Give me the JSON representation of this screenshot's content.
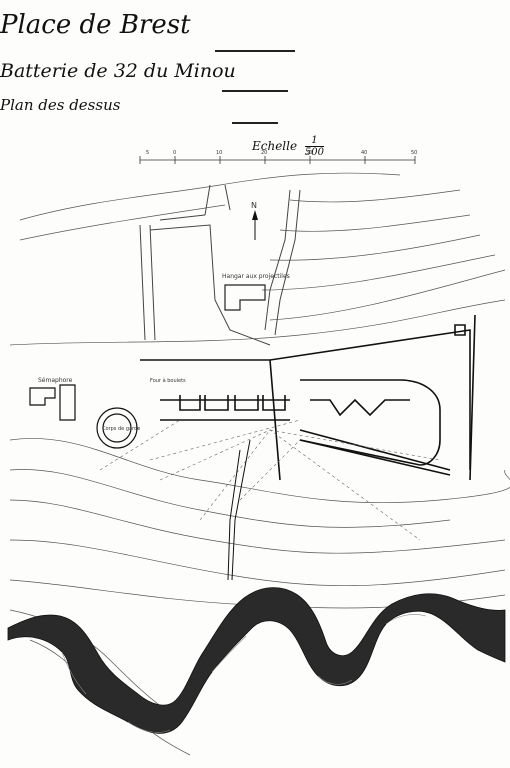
{
  "title": "Place de Brest",
  "subtitle": "Batterie de 32 du Minou",
  "plan_title": "Plan des dessus",
  "scale": {
    "label": "Echelle",
    "numerator": "1",
    "denominator": "500",
    "ticks": [
      "5",
      "0",
      "10",
      "20",
      "30",
      "40",
      "50"
    ]
  },
  "labels": {
    "north": "N",
    "hangar": "Hangar aux projectiles",
    "semaphore": "Sémaphore",
    "corps_de_garde": "Corps de garde",
    "four": "Four à boulets"
  },
  "colors": {
    "ink": "#111111",
    "paper": "#fdfdfb",
    "rocks": "#2a2a2a"
  }
}
